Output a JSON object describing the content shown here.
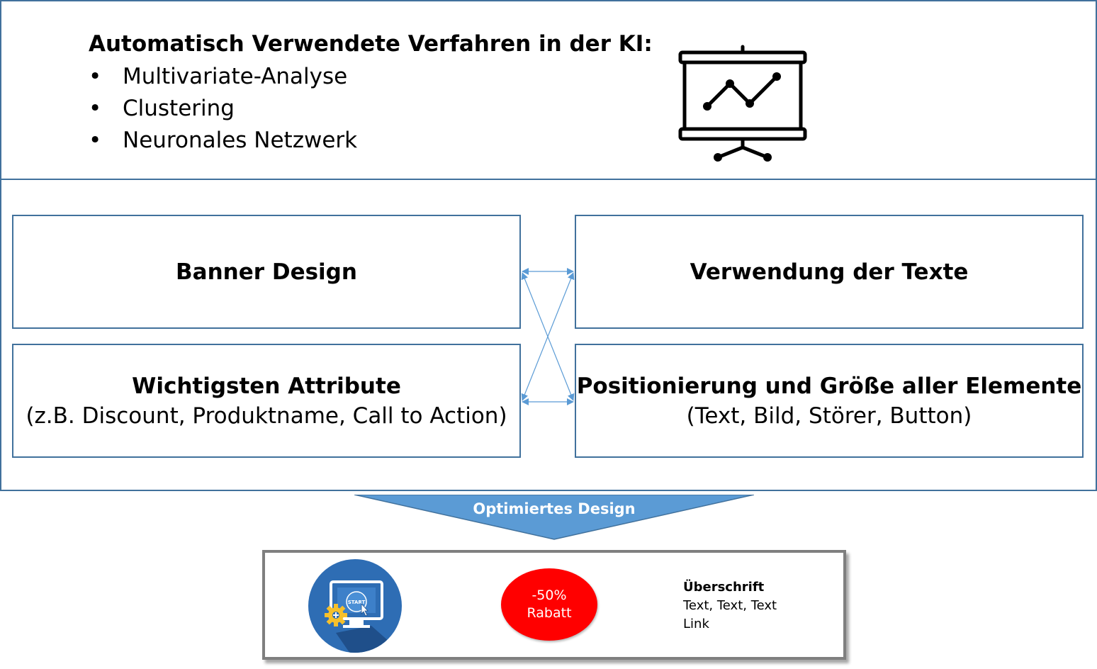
{
  "methods": {
    "title": "Automatisch Verwendete Verfahren in der KI:",
    "bullet": "•",
    "items": [
      "Multivariate-Analyse",
      "Clustering",
      "Neuronales Netzwerk"
    ]
  },
  "icons": {
    "presentation": "presentation-chart-icon",
    "computer": "computer-start-gear-icon"
  },
  "boxes": {
    "banner_design": {
      "title": "Banner Design"
    },
    "texte": {
      "title": "Verwendung der Texte"
    },
    "attribute": {
      "title": "Wichtigsten Attribute",
      "subtitle": "(z.B. Discount, Produktname, Call to Action)"
    },
    "positionierung": {
      "title": "Positionierung und Größe aller Elemente",
      "subtitle": "(Text, Bild, Störer, Button)"
    }
  },
  "arrow": {
    "label": "Optimiertes Design"
  },
  "banner_preview": {
    "start_label": "START",
    "discount": {
      "value": "-50%",
      "label": "Rabatt"
    },
    "headline": "Überschrift",
    "text": "Text, Text, Text",
    "link": "Link"
  },
  "colors": {
    "border": "#41719c",
    "connector": "#5b9bd5",
    "arrow": "#5b9bd5",
    "badge": "#ff0000",
    "icon_bg": "#2e6db4"
  }
}
